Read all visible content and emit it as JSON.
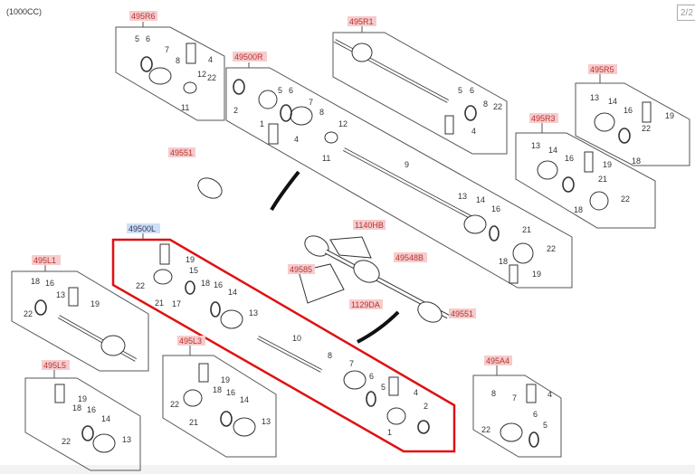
{
  "caption": "(1000CC)",
  "page_indicator": "2/2",
  "colors": {
    "ref_tag": "#f6cccc",
    "selected_tag": "#cfe0f6",
    "highlight_outline": "#e01010"
  },
  "callouts": {
    "nut_top": "49551",
    "nut_right": "49551",
    "bolt_1140": "1140HB",
    "bracket_49548": "49548B",
    "bracket_49585": "49585",
    "bolt_1129": "1129DA"
  },
  "groups": {
    "r6": {
      "ref": "495R6",
      "parts": [
        "5",
        "6",
        "7",
        "8",
        "4",
        "12",
        "22",
        "11"
      ]
    },
    "r": {
      "ref": "49500R",
      "parts": [
        "2",
        "1",
        "5",
        "6",
        "7",
        "8",
        "12",
        "4",
        "11",
        "9",
        "13",
        "14",
        "16",
        "21",
        "18",
        "22",
        "19"
      ]
    },
    "r1": {
      "ref": "495R1",
      "parts": [
        "5",
        "6",
        "8",
        "22",
        "4"
      ]
    },
    "r5": {
      "ref": "495R5",
      "parts": [
        "13",
        "14",
        "16",
        "19",
        "22",
        "18"
      ]
    },
    "r3": {
      "ref": "495R3",
      "parts": [
        "13",
        "14",
        "16",
        "19",
        "21",
        "22",
        "18"
      ]
    },
    "l": {
      "ref": "49500L",
      "parts": [
        "22",
        "21",
        "17",
        "19",
        "15",
        "18",
        "16",
        "14",
        "13",
        "10",
        "8",
        "7",
        "6",
        "5",
        "4",
        "2",
        "1"
      ]
    },
    "l1": {
      "ref": "495L1",
      "parts": [
        "18",
        "16",
        "13",
        "19",
        "22"
      ]
    },
    "l5": {
      "ref": "495L5",
      "parts": [
        "19",
        "18",
        "16",
        "14",
        "22",
        "13"
      ]
    },
    "l3": {
      "ref": "495L3",
      "parts": [
        "19",
        "22",
        "18",
        "16",
        "14",
        "21",
        "13"
      ]
    },
    "a4": {
      "ref": "495A4",
      "parts": [
        "8",
        "7",
        "4",
        "22",
        "6",
        "5"
      ]
    }
  }
}
